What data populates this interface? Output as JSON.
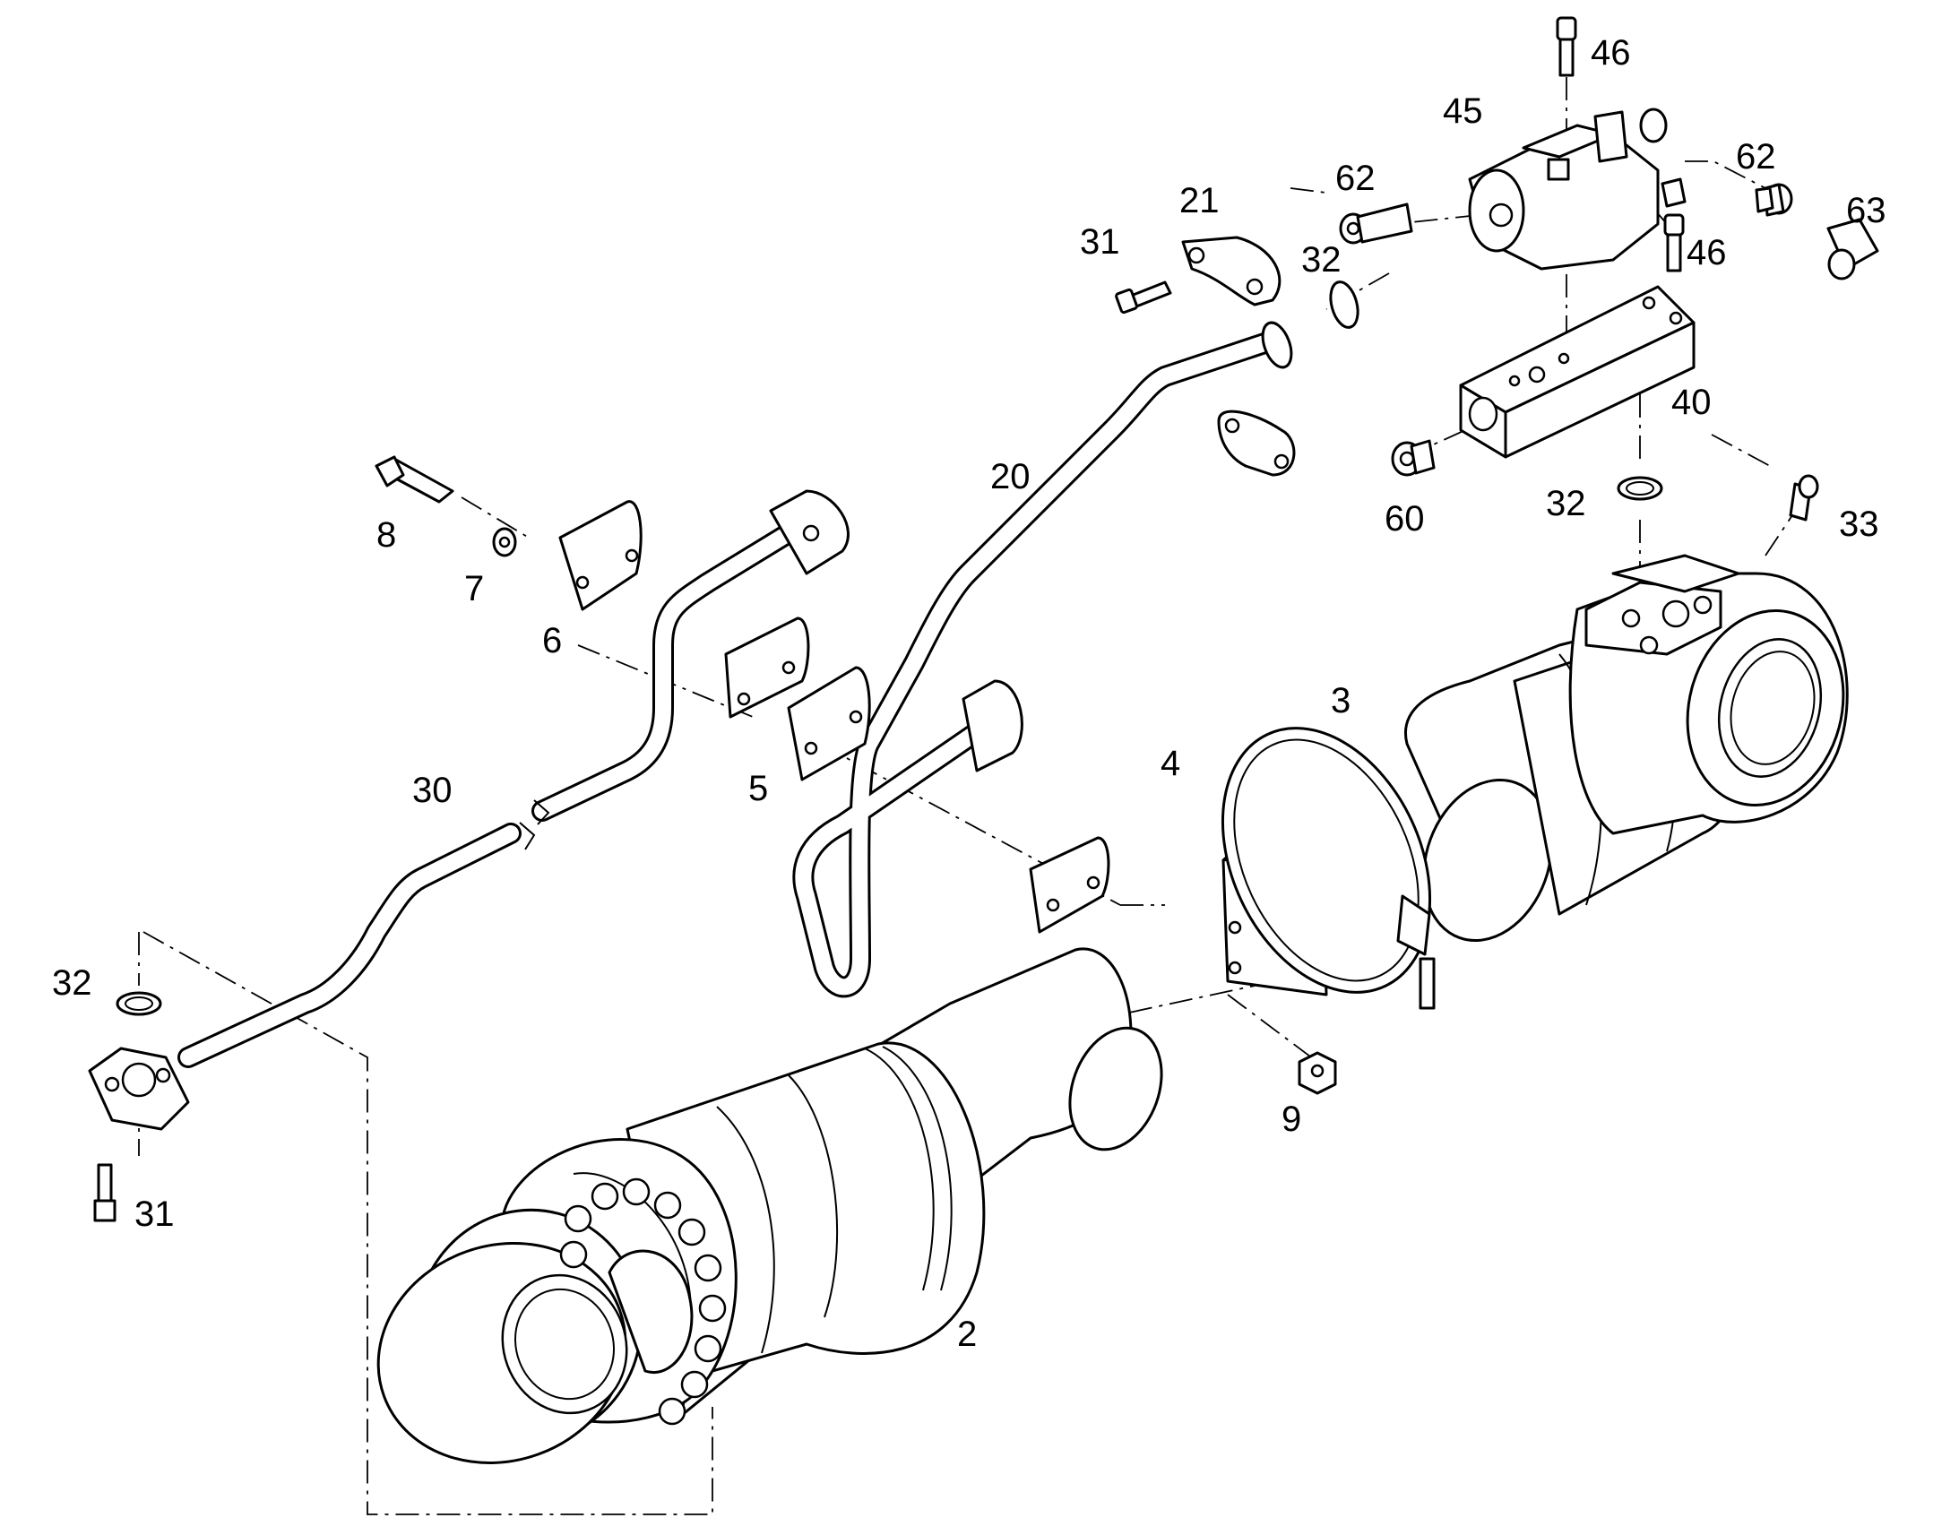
{
  "diagram": {
    "callouts": [
      {
        "id": "46a",
        "text": "46"
      },
      {
        "id": "45",
        "text": "45"
      },
      {
        "id": "62a",
        "text": "62"
      },
      {
        "id": "62b",
        "text": "62"
      },
      {
        "id": "63",
        "text": "63"
      },
      {
        "id": "21",
        "text": "21"
      },
      {
        "id": "31a",
        "text": "31"
      },
      {
        "id": "32a",
        "text": "32"
      },
      {
        "id": "46b",
        "text": "46"
      },
      {
        "id": "40",
        "text": "40"
      },
      {
        "id": "20",
        "text": "20"
      },
      {
        "id": "60",
        "text": "60"
      },
      {
        "id": "32b",
        "text": "32"
      },
      {
        "id": "33",
        "text": "33"
      },
      {
        "id": "8",
        "text": "8"
      },
      {
        "id": "7",
        "text": "7"
      },
      {
        "id": "6",
        "text": "6"
      },
      {
        "id": "3",
        "text": "3"
      },
      {
        "id": "4",
        "text": "4"
      },
      {
        "id": "5",
        "text": "5"
      },
      {
        "id": "30",
        "text": "30"
      },
      {
        "id": "32c",
        "text": "32"
      },
      {
        "id": "9",
        "text": "9"
      },
      {
        "id": "31b",
        "text": "31"
      },
      {
        "id": "2",
        "text": "2"
      }
    ]
  }
}
